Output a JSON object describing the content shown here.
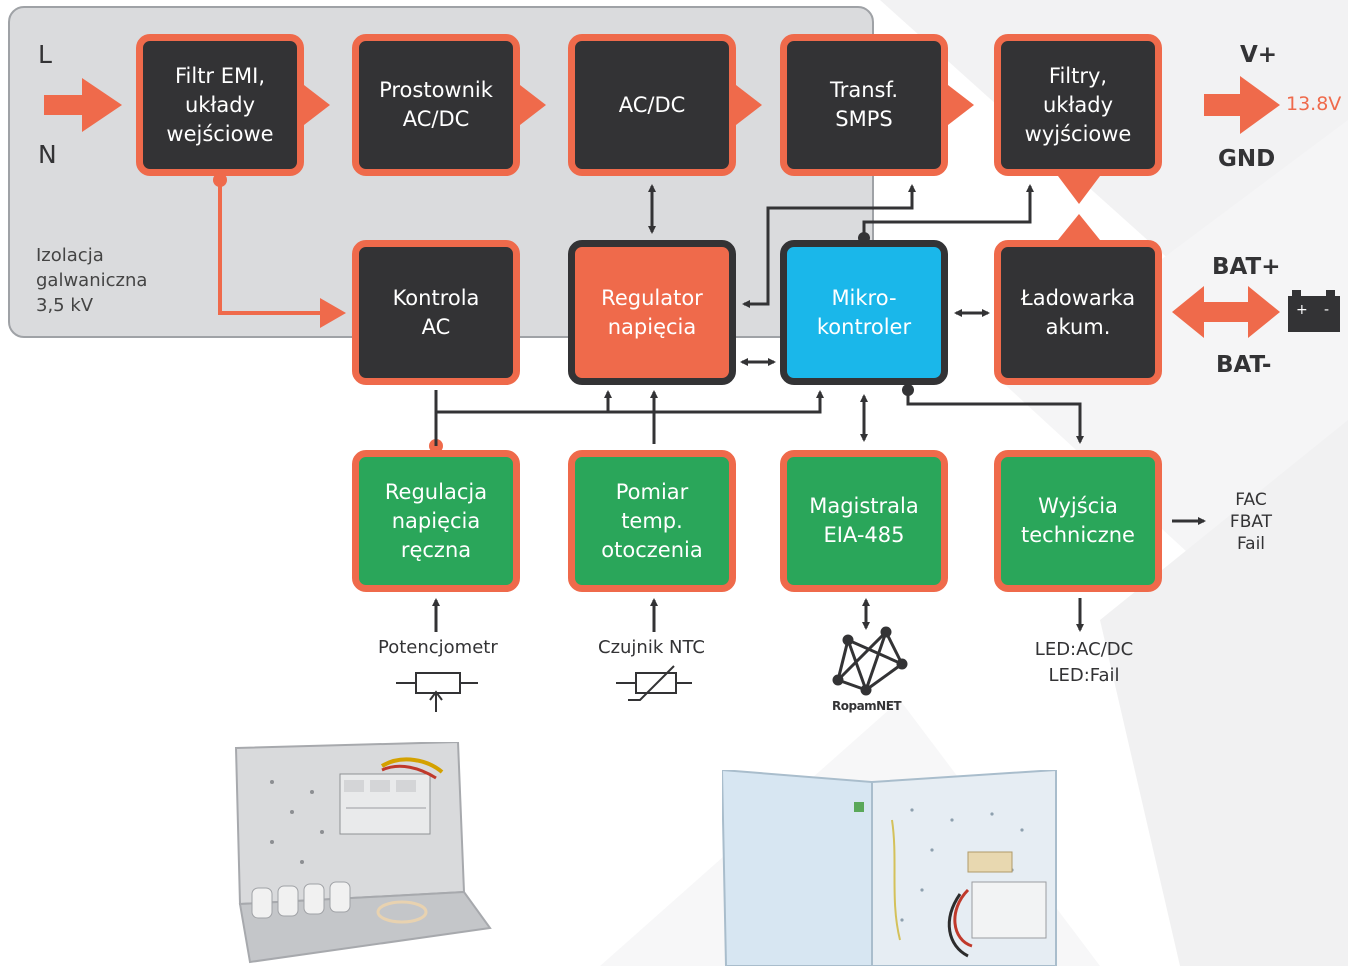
{
  "input": {
    "l": "L",
    "n": "N"
  },
  "isolation": "Izolacja\ngalwaniczna\n3,5 kV",
  "blocks": {
    "emi": "Filtr EMI,\nukłady\nwejściowe",
    "rectifier": "Prostownik\nAC/DC",
    "acdc": "AC/DC",
    "smps": "Transf.\nSMPS",
    "output_filters": "Filtry,\nukłady\nwyjściowe",
    "ac_control": "Kontrola\nAC",
    "regulator": "Regulator\nnapięcia",
    "micro": "Mikro-\nkontroler",
    "charger": "Ładowarka\nakum.",
    "manual_reg": "Regulacja\nnapięcia\nręczna",
    "temp": "Pomiar\ntemp.\notoczenia",
    "bus": "Magistrala\nEIA-485",
    "tech_outputs": "Wyjścia\ntechniczne"
  },
  "outputs": {
    "vplus": "V+",
    "voltage": "13.8V",
    "gnd": "GND",
    "bat_plus": "BAT+",
    "bat_minus": "BAT-",
    "battery_plus_sign": "+",
    "battery_minus_sign": "-"
  },
  "tech_signals": "FAC\nFBAT\nFail",
  "peripherals": {
    "potentiometer": "Potencjometr",
    "ntc": "Czujnik NTC",
    "ropam": "RopamNET",
    "leds": "LED:AC/DC\nLED:Fail"
  },
  "colors": {
    "orange": "#ef6a4b",
    "dark": "#333335",
    "green": "#2aa65a",
    "blue": "#1ab7ea",
    "zone": "#dadbdd"
  }
}
